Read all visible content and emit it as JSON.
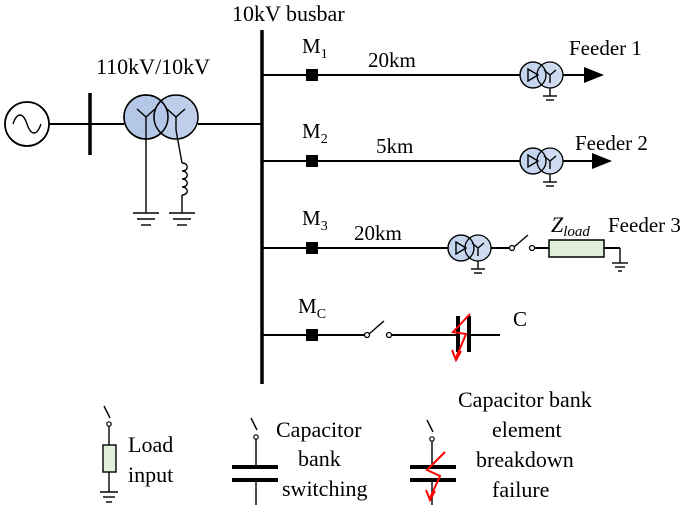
{
  "labels": {
    "busbar": "10kV busbar",
    "transformer": "110kV/10kV",
    "m1_base": "M",
    "m1_sub": "1",
    "m2_base": "M",
    "m2_sub": "2",
    "m3_base": "M",
    "m3_sub": "3",
    "mc_base": "M",
    "mc_sub": "C",
    "feeder1_length": "20km",
    "feeder2_length": "5km",
    "feeder3_length": "20km",
    "feeder1": "Feeder 1",
    "feeder2": "Feeder 2",
    "feeder3": "Feeder 3",
    "zload_base": "Z",
    "zload_sub": "load",
    "capacitor": "C"
  },
  "legend": {
    "load_input": [
      "Load",
      "input"
    ],
    "capacitor_switching": [
      "Capacitor",
      "bank",
      "switching"
    ],
    "capacitor_breakdown": [
      "Capacitor bank",
      "element",
      "breakdown",
      "failure"
    ]
  },
  "colors": {
    "transformer_fill": "#b4c7e7",
    "load_fill": "#e2efd9",
    "fault_red": "#ff0000"
  }
}
